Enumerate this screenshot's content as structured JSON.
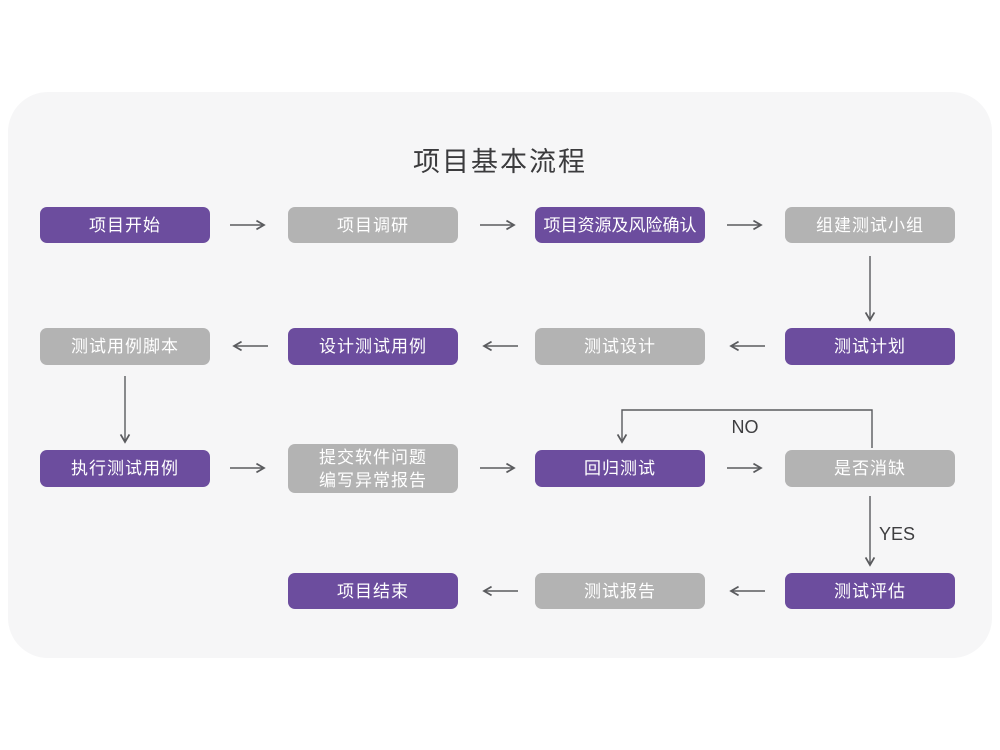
{
  "title": "项目基本流程",
  "colors": {
    "node_primary": "#6c4d9e",
    "node_secondary": "#b3b3b3",
    "panel_background": "#f6f6f7",
    "page_background": "#ffffff",
    "arrow": "#5a5b5e",
    "node_text": "#ffffff",
    "title_text": "#3b3b3d"
  },
  "flowchart": {
    "nodes": [
      {
        "id": "project-start",
        "label": "项目开始",
        "variant": "purple"
      },
      {
        "id": "project-research",
        "label": "项目调研",
        "variant": "gray"
      },
      {
        "id": "resource-risk-confirm",
        "label": "项目资源及风险确认",
        "variant": "purple"
      },
      {
        "id": "build-test-team",
        "label": "组建测试小组",
        "variant": "gray"
      },
      {
        "id": "test-plan",
        "label": "测试计划",
        "variant": "purple"
      },
      {
        "id": "test-design",
        "label": "测试设计",
        "variant": "gray"
      },
      {
        "id": "design-test-cases",
        "label": "设计测试用例",
        "variant": "purple"
      },
      {
        "id": "test-case-script",
        "label": "测试用例脚本",
        "variant": "gray"
      },
      {
        "id": "execute-test-cases",
        "label": "执行测试用例",
        "variant": "purple"
      },
      {
        "id": "submit-issue-report",
        "label": "提交软件问题\n编写异常报告",
        "variant": "gray"
      },
      {
        "id": "regression-test",
        "label": "回归测试",
        "variant": "purple"
      },
      {
        "id": "defect-cleared",
        "label": "是否消缺",
        "variant": "gray"
      },
      {
        "id": "test-evaluation",
        "label": "测试评估",
        "variant": "purple"
      },
      {
        "id": "test-report",
        "label": "测试报告",
        "variant": "gray"
      },
      {
        "id": "project-end",
        "label": "项目结束",
        "variant": "purple"
      }
    ],
    "branch_labels": {
      "no": "NO",
      "yes": "YES"
    }
  }
}
